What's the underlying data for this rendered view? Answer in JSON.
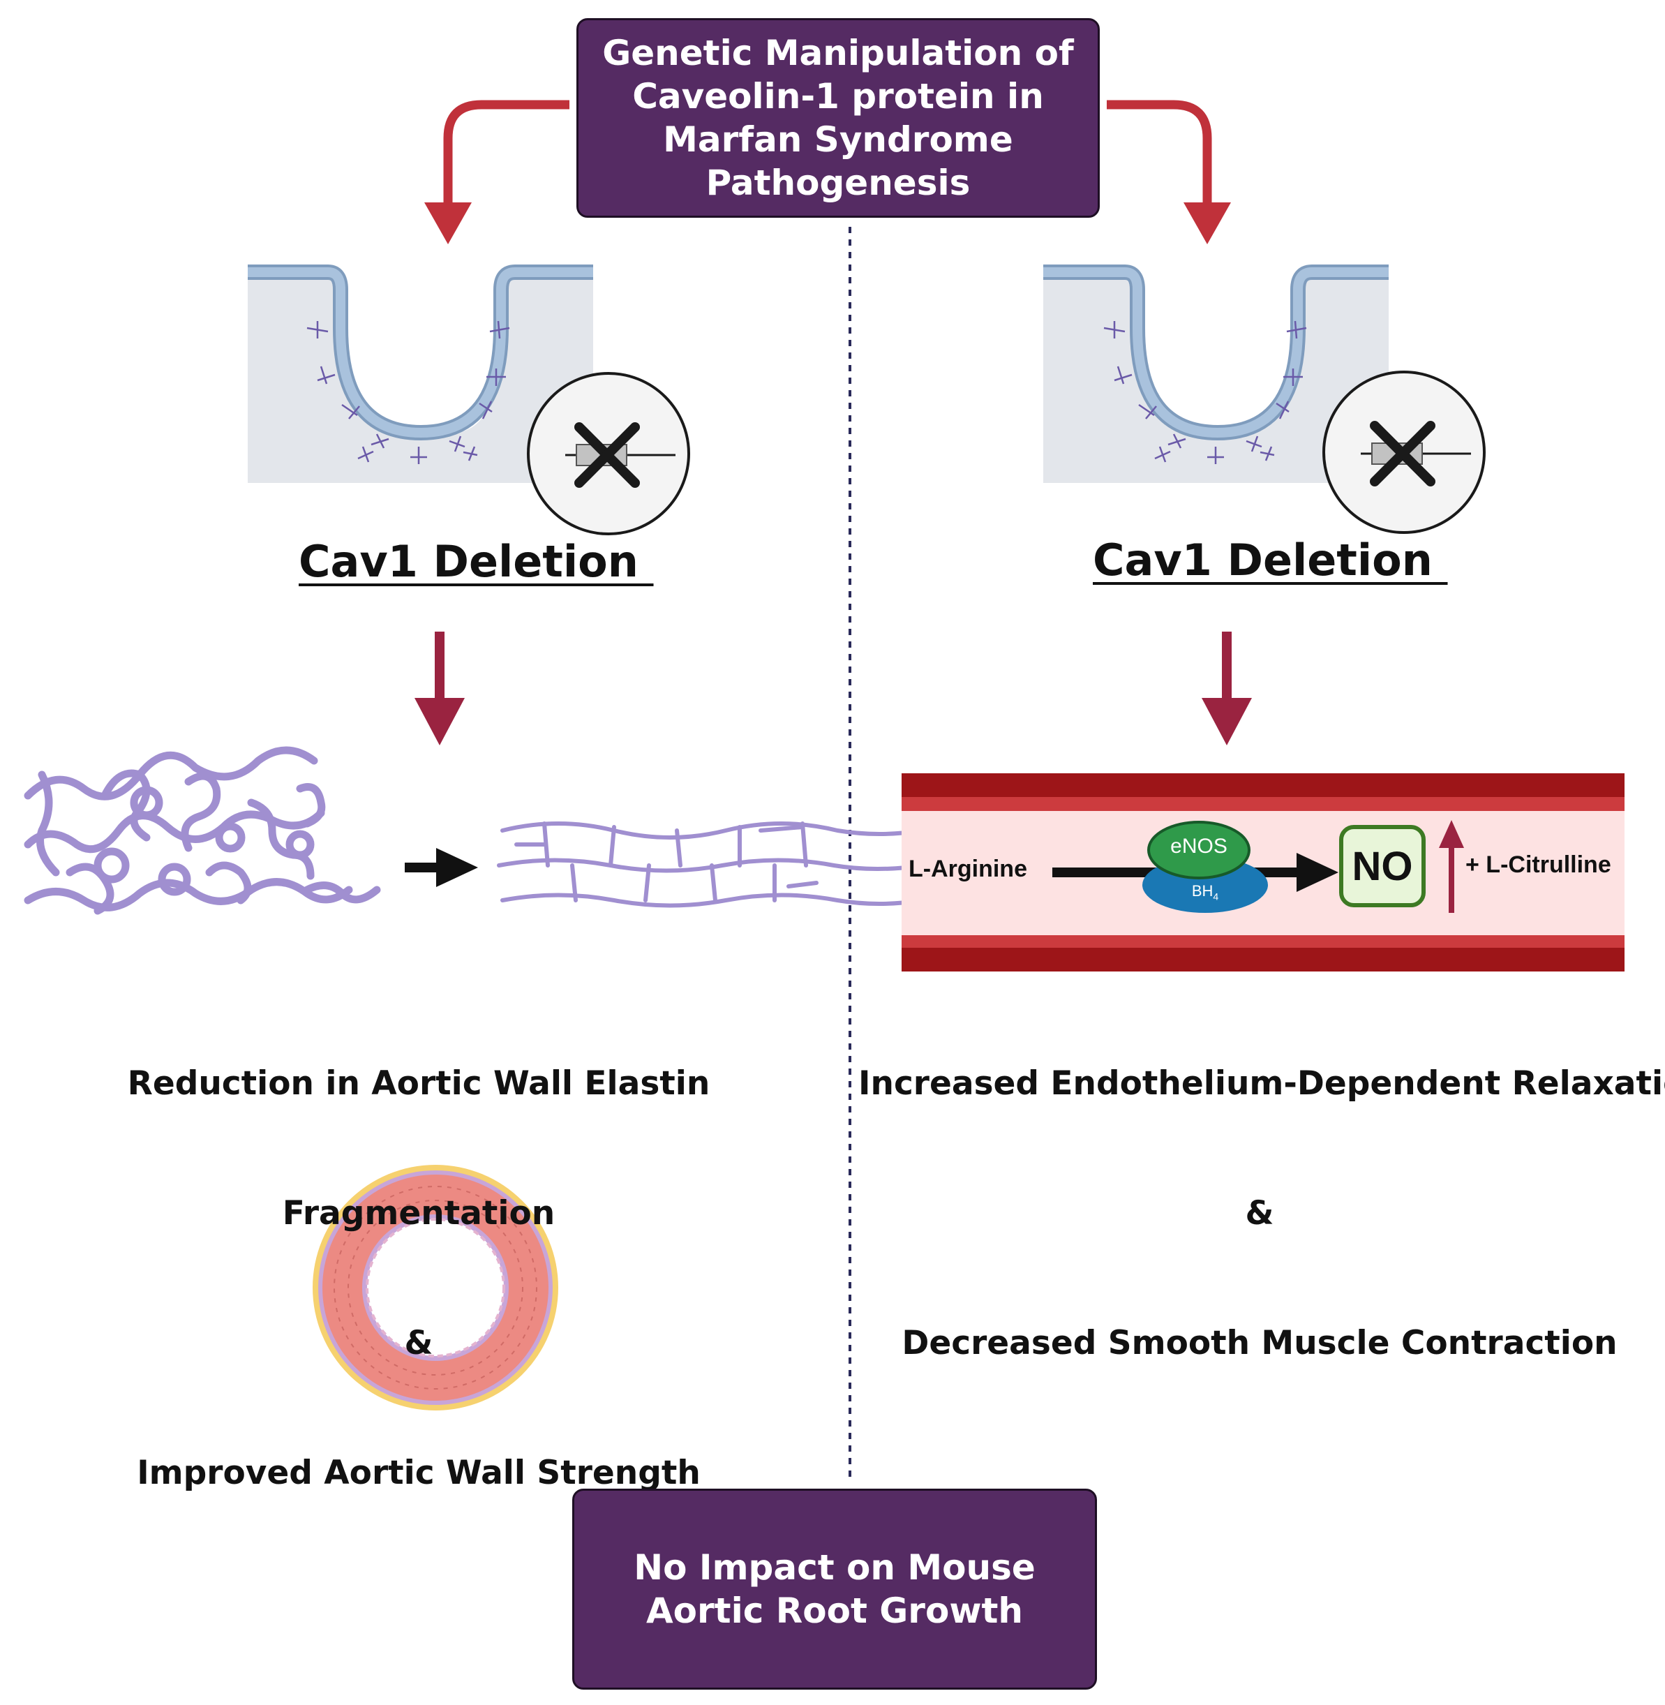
{
  "top_box": {
    "lines": "Genetic Manipulation of\nCaveolin-1 protein in\nMarfan Syndrome\nPathogenesis"
  },
  "left": {
    "deletion_label": "Cav1 Deletion ",
    "caption_lines": [
      "Reduction in Aortic Wall Elastin",
      "Fragmentation",
      "&",
      "Improved Aortic Wall Strength"
    ]
  },
  "right": {
    "deletion_label": "Cav1 Deletion ",
    "vessel": {
      "substrate": "L-Arginine",
      "enzyme": "eNOS",
      "cofactor": "BH",
      "cofactor_subscript": "4",
      "product": "NO",
      "byproduct": "+ L-Citrulline"
    },
    "caption_lines": [
      "Increased Endothelium-Dependent Relaxation",
      "&",
      "Decreased Smooth Muscle Contraction"
    ]
  },
  "bottom_box": {
    "lines": "No Impact on Mouse\nAortic Root Growth"
  },
  "colors": {
    "box_fill": "#552b63",
    "arrow_red": "#c0313a",
    "arrow_maroon": "#9a2340",
    "membrane_blue": "#a9c2dd",
    "elastin_purple": "#a08fd0",
    "vessel_dark": "#9d1518",
    "vessel_lumen": "#fde2e2",
    "enos_green": "#2f9a4a",
    "bh4_blue": "#1a78b4",
    "no_green": "#e8f5d9"
  }
}
